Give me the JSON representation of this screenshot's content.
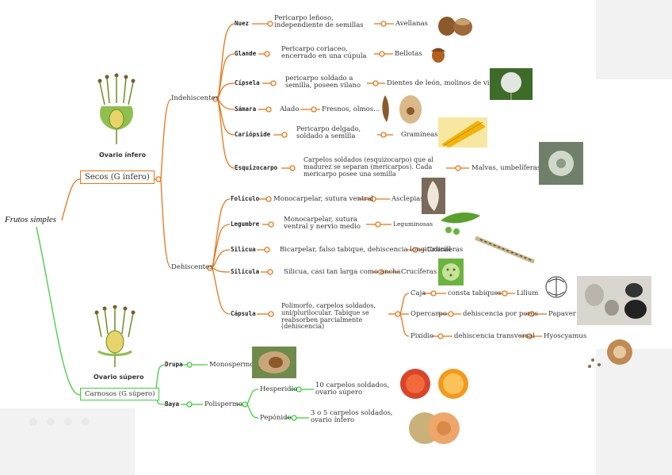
{
  "root": "Frutos simples",
  "caption_inferior": "Ovario ínfero",
  "caption_superior": "Ovario súpero",
  "secos_label": "Secos (G ínfero)",
  "carnosos_label": "Carnosos (G súpero)",
  "indehiscentes_label": "Indehiscentes",
  "dehiscentes_label": "Dehiscentes",
  "indehiscentes": [
    {
      "key": "Nuez",
      "desc": "Pericarpo leñoso, independiente de semillas",
      "ex": "Avellanas"
    },
    {
      "key": "Glande",
      "desc": "Pericarpo coriaceo, encerrado en una cúpula",
      "ex": "Bellotas"
    },
    {
      "key": "Cípsela",
      "desc": "pericarpo soldado a semilla, poseen vilano",
      "ex": "Dientes de león, molinos de viento"
    },
    {
      "key": "Sámara",
      "desc": "Alado",
      "ex": "Fresnos, olmos..."
    },
    {
      "key": "Cariópside",
      "desc": "Pericarpo delgado, soldado a semilla",
      "ex": "Gramíneas"
    },
    {
      "key": "Esquizocarpo",
      "desc": "Carpelos soldados (esquizocarpo) que al madurez se separan (mericarpos). Cada mericarpo posee una semilla",
      "ex": "Malvas, umbelíferas..."
    }
  ],
  "dehiscentes": [
    {
      "key": "Folículo",
      "desc": "Monocarpelar, sutura ventral",
      "ex": "Asclepias"
    },
    {
      "key": "Legumbre",
      "desc": "Monocarpelar, sutura ventral y nervio medio",
      "ex": "Leguminosas"
    },
    {
      "key": "Silicua",
      "desc": "Bicarpelar, falso tabique, dehiscencia longitudinal",
      "ex": "Crucíferas"
    },
    {
      "key": "Silícula",
      "desc": "Silicua, casi tan larga como ancha",
      "ex": "Crucíferas"
    },
    {
      "key": "Cápsula",
      "desc": "Polimorfo, carpelos soldados, uni/plurilocular. Tabique se reabsorben parcialmente (dehiscencia)"
    }
  ],
  "capsula_types": [
    {
      "key": "Caja",
      "desc": "consta tabiques",
      "ex": "Lilium"
    },
    {
      "key": "Opercarpo",
      "desc": "dehiscencia por poros",
      "ex": "Papaver"
    },
    {
      "key": "Pixidio",
      "desc": "dehiscencia transversal",
      "ex": "Hyoscyamus"
    }
  ],
  "carnosos": [
    {
      "key": "Drupa",
      "desc": "Monospermo"
    },
    {
      "key": "Baya",
      "desc": "Polispermo"
    }
  ],
  "baya_types": [
    {
      "key": "Hesperidio",
      "desc": "10 carpelos soldados, ovario súpero"
    },
    {
      "key": "Pepónide",
      "desc": "3 o 5 carpelos soldados, ovario ínfero"
    }
  ],
  "colors": {
    "orange": "#e8751a",
    "green": "#3ccf3c",
    "paper": "#f2f2f2"
  }
}
